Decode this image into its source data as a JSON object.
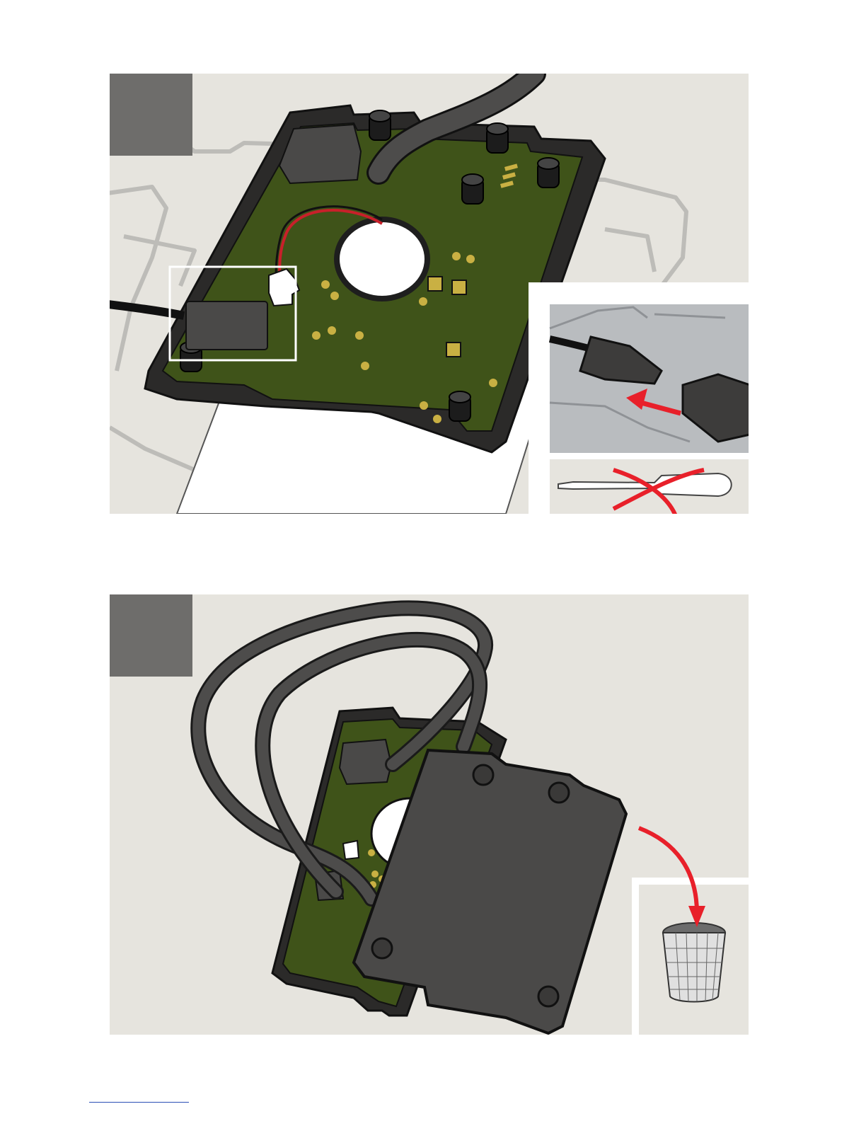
{
  "document": {
    "steps": [
      {
        "badge_color": "#6e6d6b",
        "illustration": "disconnect-connector",
        "insets": [
          "connector-detail",
          "no-screwdriver"
        ]
      },
      {
        "badge_color": "#6e6d6b",
        "illustration": "remove-cover-plate",
        "insets": [
          "discard-in-bin"
        ]
      }
    ],
    "colors": {
      "panel_background": "#e6e4de",
      "pcb_green": "#3f5319",
      "housing_black": "#2b2a29",
      "arrow_red": "#e8202a",
      "gold_pad": "#c9b043"
    }
  }
}
